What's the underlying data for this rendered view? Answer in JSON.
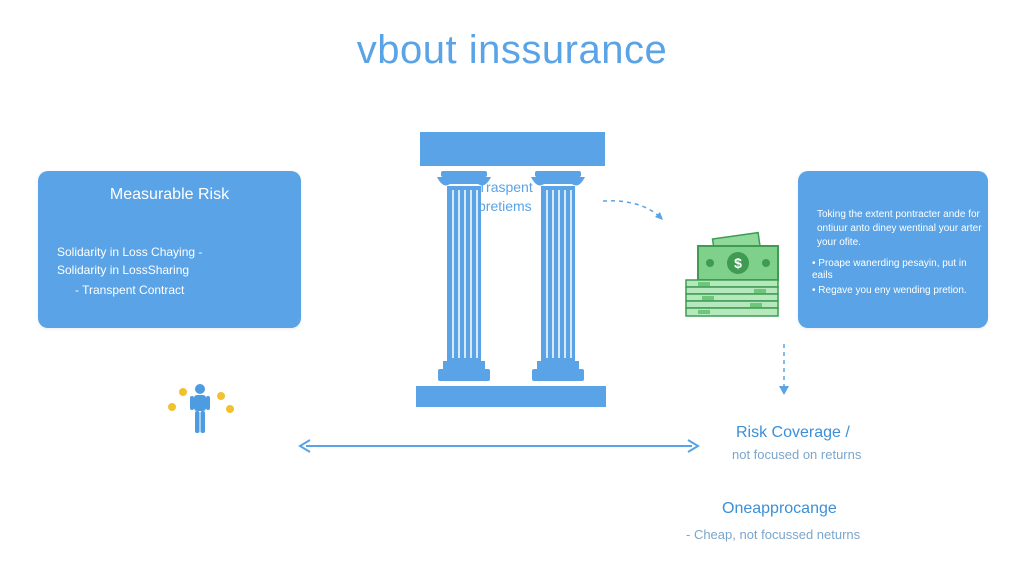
{
  "title": "vbout inssurance",
  "left_card": {
    "title": "Measurable Risk",
    "lines": [
      "Solidarity in Loss Chaying -",
      "Solidarity in LossSharing",
      "- Transpent Contract"
    ]
  },
  "pillar_label": {
    "line1": "Traspent",
    "line2": "pretiems"
  },
  "right_card": {
    "paragraph": "Toking the extent pontracter ande for ontiuur anto diney wentinal your arter your ofite.",
    "bullets": [
      "• Proape wanerding pesayin, put in eails",
      "• Regave you eny wending pretion."
    ]
  },
  "risk_coverage": {
    "title": "Risk Coverage /",
    "subtitle": "not focused on returns"
  },
  "once": {
    "title": "Oneapprocange",
    "subtitle": "- Cheap, not focussed neturns"
  },
  "colors": {
    "accent": "#5aa3e6",
    "text_blue": "#3b8fd8",
    "muted_blue": "#7ba6cc",
    "money_green": "#6cc77a",
    "coin_gold": "#f2c12e"
  },
  "icons": {
    "pillars": "greek-columns-icon",
    "money": "money-stack-icon",
    "person": "person-with-coins-icon"
  }
}
